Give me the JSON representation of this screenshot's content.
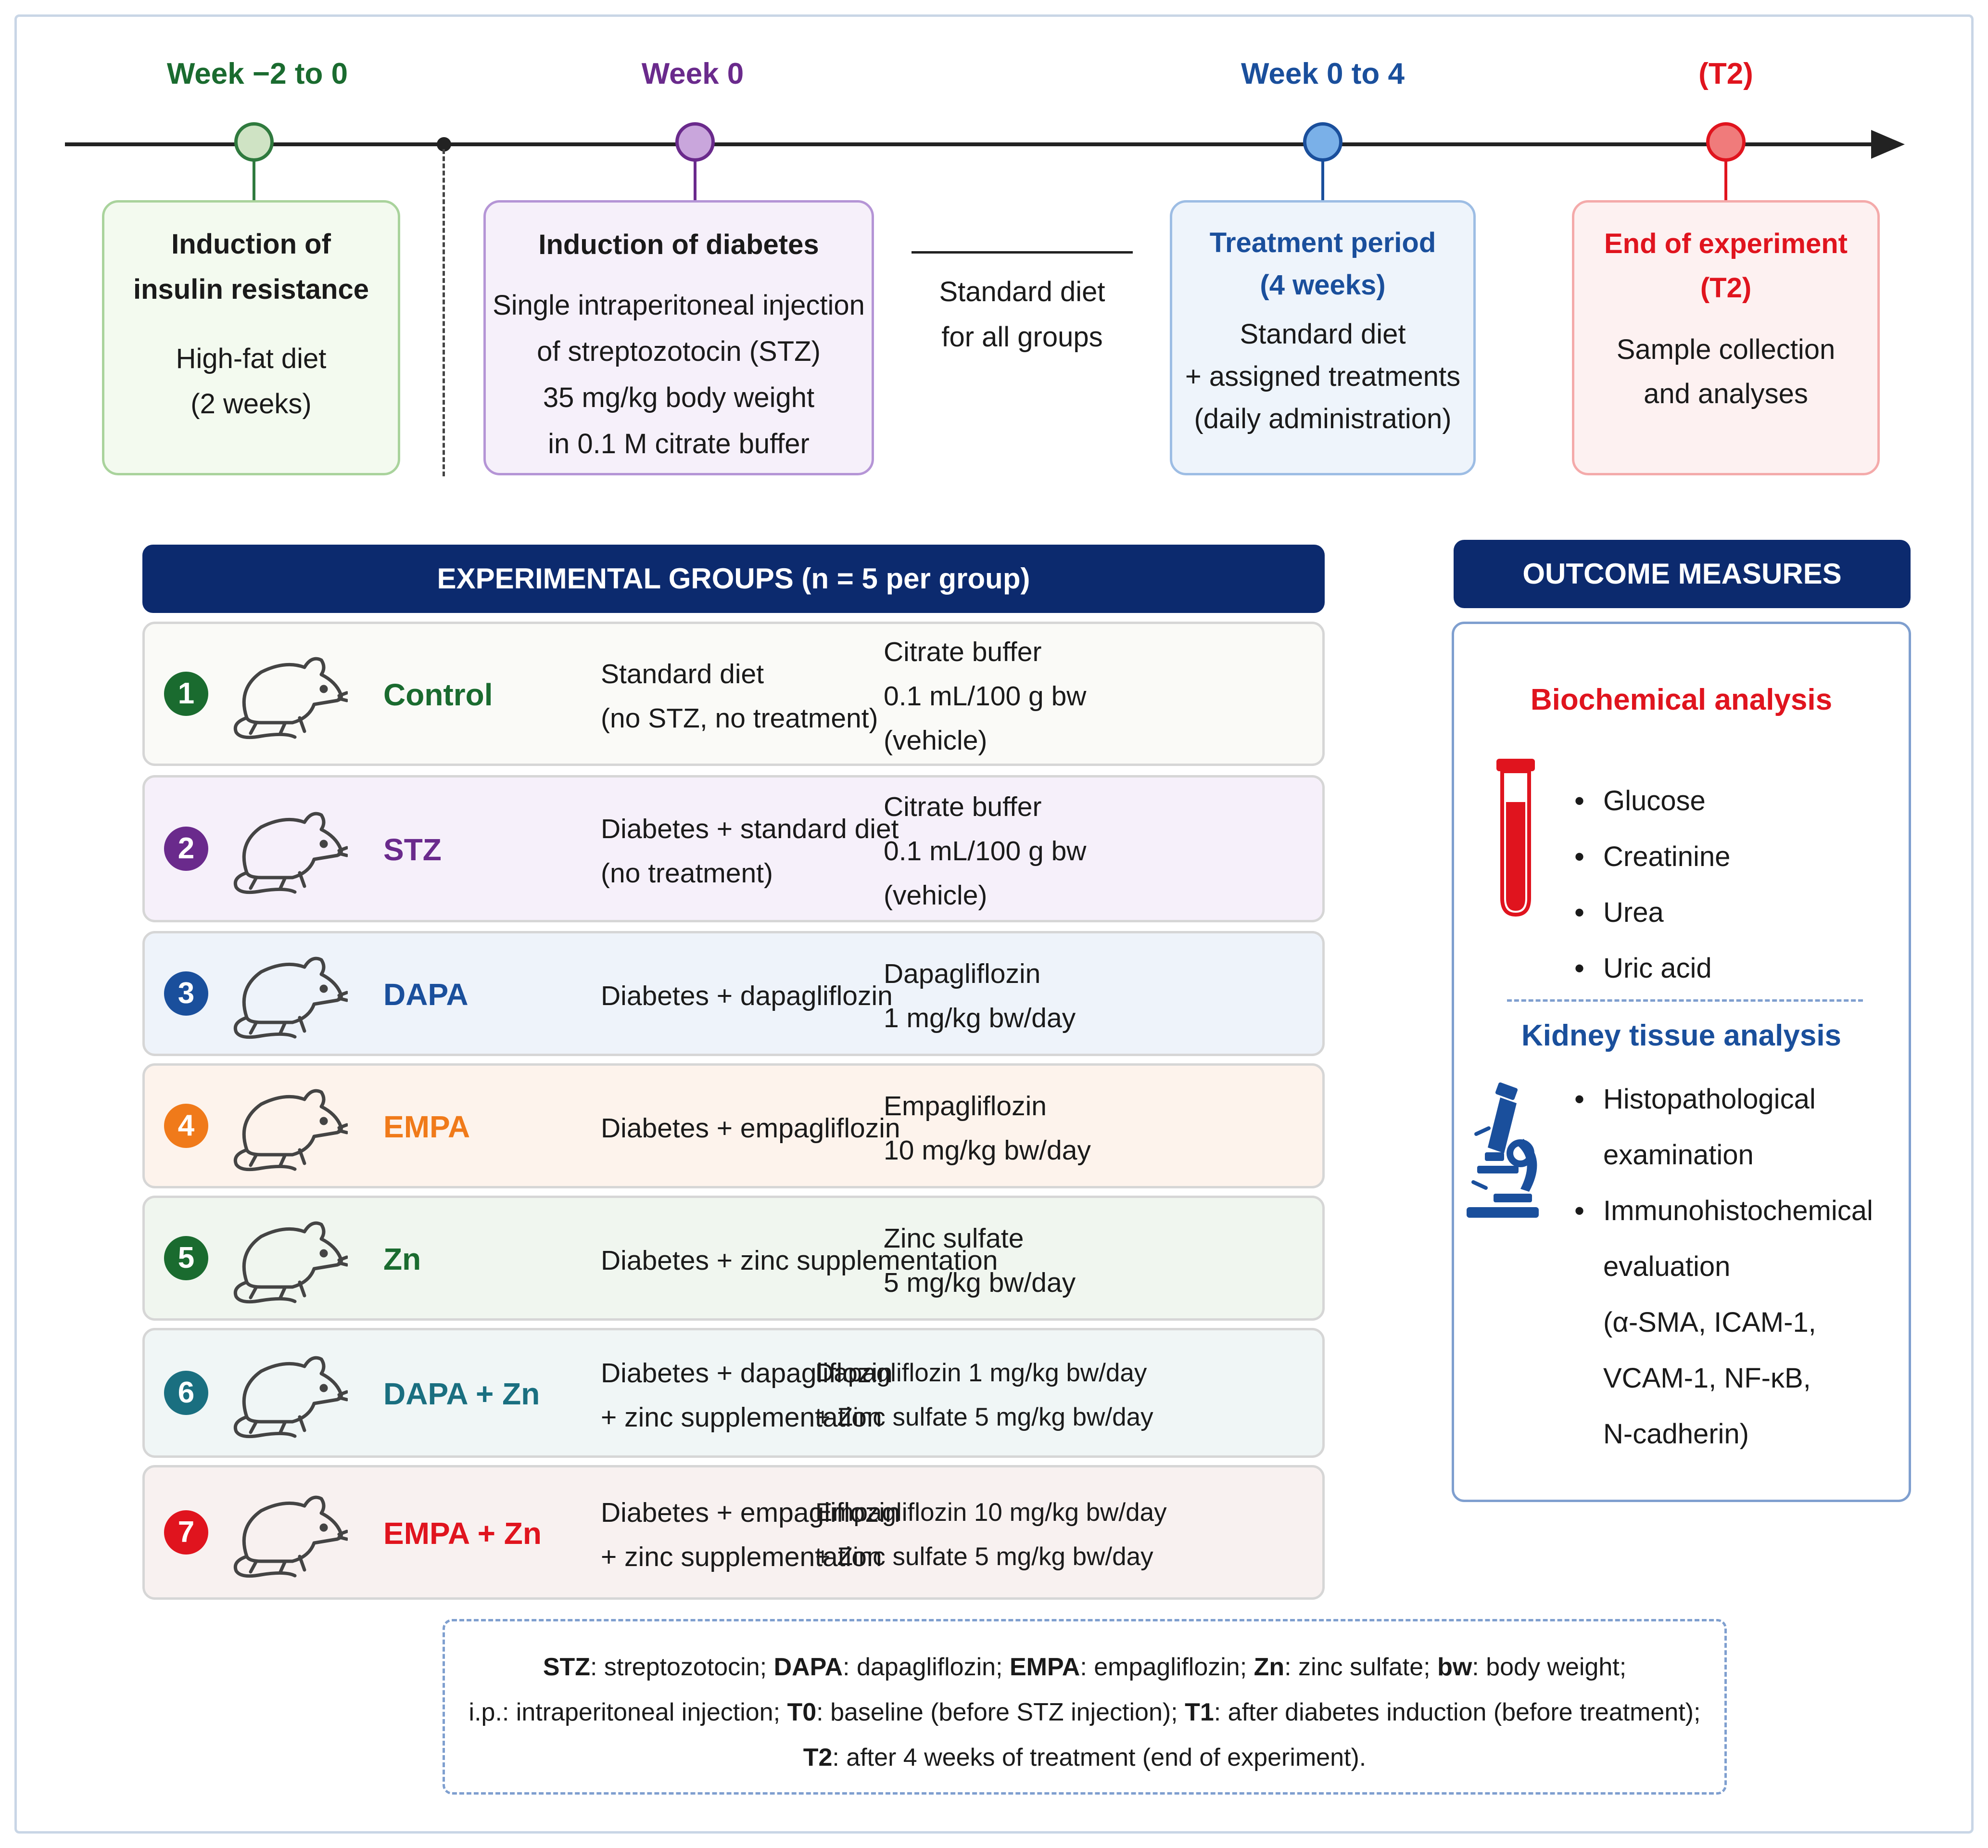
{
  "colors": {
    "green": "#1a6b2f",
    "purple": "#6a2a8c",
    "blue": "#1a4f9c",
    "orange": "#f07a1a",
    "teal": "#1a6f80",
    "red": "#e0141e",
    "navy": "#0c2a6e"
  },
  "timeline": [
    {
      "week": "Week −2 to 0",
      "title": [
        "Induction of",
        "insulin resistance"
      ],
      "body": [
        "High-fat diet",
        "(2 weeks)"
      ]
    },
    {
      "week": "Week 0",
      "title": [
        "Induction of diabetes"
      ],
      "body": [
        "Single intraperitoneal injection",
        "of streptozotocin (STZ)",
        "35 mg/kg body weight",
        "in 0.1 M citrate buffer"
      ]
    },
    {
      "week": "Week 0 to 4",
      "title": [
        "Treatment period",
        "(4 weeks)"
      ],
      "body": [
        "Standard diet",
        "+ assigned treatments",
        "(daily administration)"
      ]
    },
    {
      "week": "(T2)",
      "title": [
        "End of experiment",
        "(T2)"
      ],
      "body": [
        "Sample collection",
        "and analyses"
      ]
    }
  ],
  "standard_diet_note": [
    "Standard diet",
    "for all groups"
  ],
  "groups_header": "EXPERIMENTAL GROUPS (n = 5 per group)",
  "groups": [
    {
      "num": "1",
      "name": "Control",
      "desc": [
        "Standard diet",
        "(no STZ, no treatment)"
      ],
      "dose": [
        "Citrate buffer",
        "0.1 mL/100 g bw",
        "(vehicle)"
      ]
    },
    {
      "num": "2",
      "name": "STZ",
      "desc": [
        "Diabetes + standard diet",
        "(no treatment)"
      ],
      "dose": [
        "Citrate buffer",
        "0.1 mL/100 g bw",
        "(vehicle)"
      ]
    },
    {
      "num": "3",
      "name": "DAPA",
      "desc": [
        "Diabetes + dapagliflozin"
      ],
      "dose": [
        "Dapagliflozin",
        "1 mg/kg bw/day"
      ]
    },
    {
      "num": "4",
      "name": "EMPA",
      "desc": [
        "Diabetes + empagliflozin"
      ],
      "dose": [
        "Empagliflozin",
        "10 mg/kg bw/day"
      ]
    },
    {
      "num": "5",
      "name": "Zn",
      "desc": [
        "Diabetes + zinc supplementation"
      ],
      "dose": [
        "Zinc sulfate",
        "5 mg/kg bw/day"
      ]
    },
    {
      "num": "6",
      "name": "DAPA + Zn",
      "desc": [
        "Diabetes + dapagliflozin",
        "+ zinc supplementation"
      ],
      "dose": [
        "Dapagliflozin 1 mg/kg bw/day",
        "+ Zinc sulfate 5 mg/kg bw/day"
      ]
    },
    {
      "num": "7",
      "name": "EMPA + Zn",
      "desc": [
        "Diabetes + empagliflozin",
        "+ zinc supplementation"
      ],
      "dose": [
        "Empagliflozin 10 mg/kg bw/day",
        "+ Zinc sulfate 5 mg/kg bw/day"
      ]
    }
  ],
  "outcome_header": "OUTCOME MEASURES",
  "outcomes": {
    "biochemical": {
      "title": "Biochemical analysis",
      "icon": "blood-tube-icon",
      "items": [
        "Glucose",
        "Creatinine",
        "Urea",
        "Uric acid"
      ]
    },
    "kidney": {
      "title": "Kidney tissue analysis",
      "icon": "microscope-icon",
      "item1": [
        "Histopathological",
        "examination"
      ],
      "item2": [
        "Immunohistochemical",
        "evaluation",
        "(α-SMA, ICAM-1,",
        "VCAM-1, NF-κB,",
        "N-cadherin)"
      ]
    }
  },
  "footnote": {
    "line1": [
      {
        "b": "STZ",
        "t": ": streptozotocin; "
      },
      {
        "b": "DAPA",
        "t": ": dapagliflozin; "
      },
      {
        "b": "EMPA",
        "t": ": empagliflozin; "
      },
      {
        "b": "Zn",
        "t": ": zinc sulfate; "
      },
      {
        "b": "bw",
        "t": ": body weight;"
      }
    ],
    "line2": [
      {
        "b": "",
        "t": "i.p.: intraperitoneal injection; "
      },
      {
        "b": "T0",
        "t": ": baseline (before STZ injection); "
      },
      {
        "b": "T1",
        "t": ": after diabetes induction (before treatment);"
      }
    ],
    "line3": [
      {
        "b": "T2",
        "t": ": after 4 weeks of treatment (end of experiment)."
      }
    ]
  }
}
